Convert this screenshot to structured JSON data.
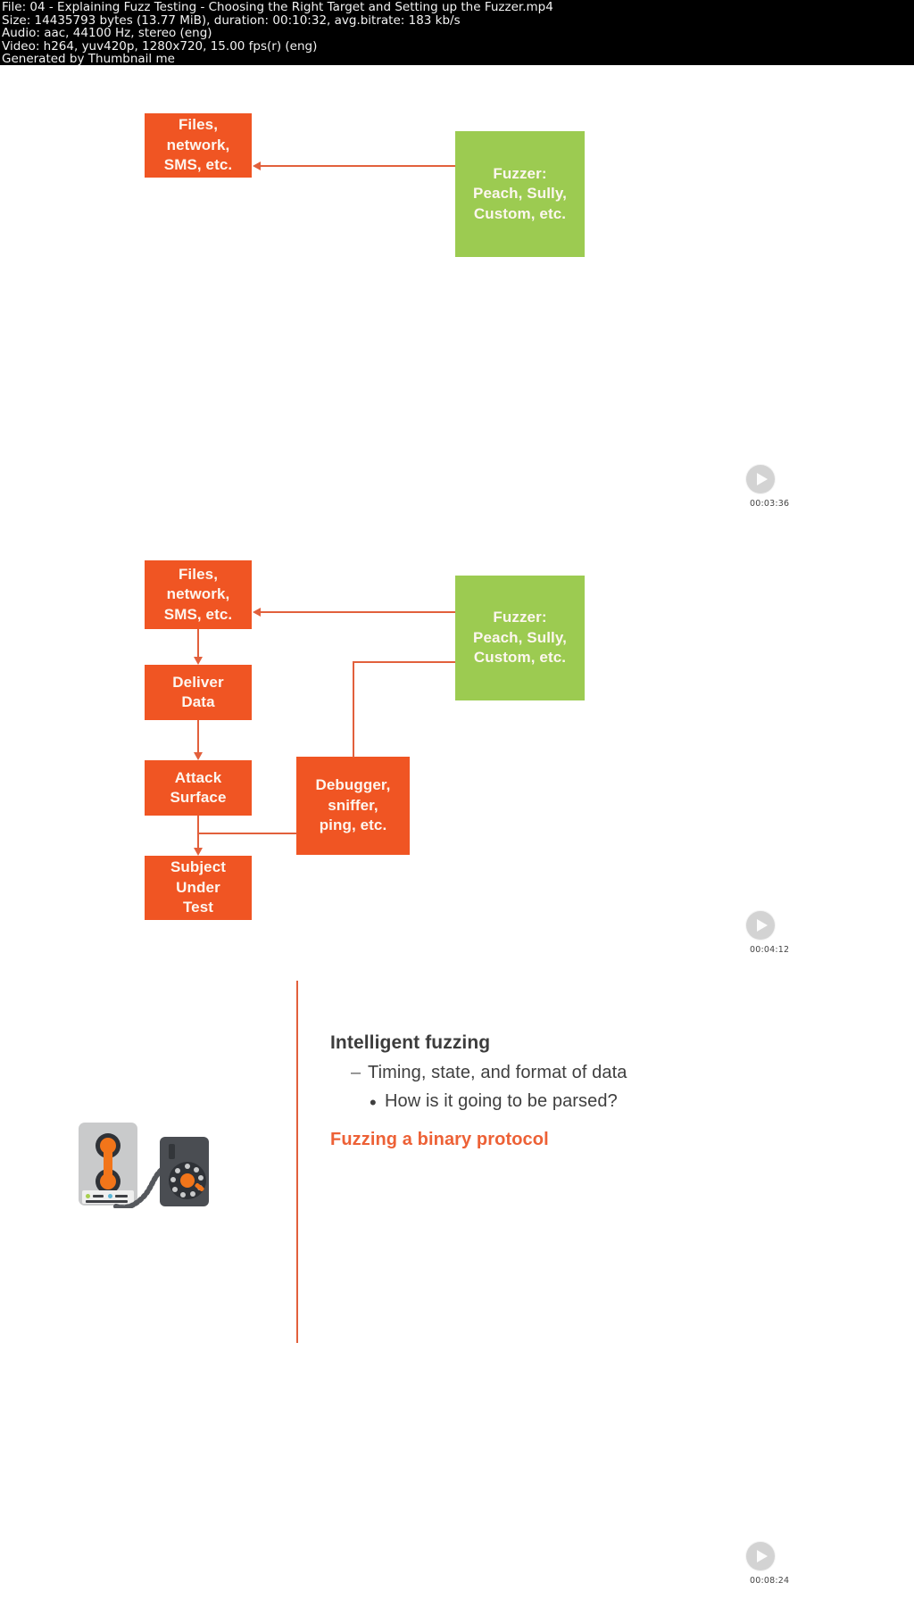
{
  "info": {
    "lines": [
      "File: 04 - Explaining Fuzz Testing - Choosing the Right Target and Setting up the Fuzzer.mp4",
      "Size: 14435793 bytes (13.77 MiB), duration: 00:10:32, avg.bitrate: 183 kb/s",
      "Audio: aac, 44100 Hz, stereo (eng)",
      "Video: h264, yuv420p, 1280x720, 15.00 fps(r) (eng)",
      "Generated by Thumbnail me"
    ]
  },
  "colors": {
    "orange_box": "#f05523",
    "green_box": "#9ccb51",
    "connector": "#e2603c",
    "accent_text": "#ed6136",
    "body_text": "#3f3f3f",
    "info_bg": "#000000"
  },
  "slides": [
    {
      "id": "slide-1",
      "timestamp": "00:03:36",
      "play_icon": "play-icon",
      "boxes": [
        {
          "name": "files-network-sms",
          "label": "Files,\nnetwork,\nSMS, etc.",
          "fill": "orange"
        },
        {
          "name": "fuzzer",
          "label": "Fuzzer:\nPeach, Sully,\nCustom, etc.",
          "fill": "green"
        }
      ]
    },
    {
      "id": "slide-2",
      "timestamp": "00:04:12",
      "play_icon": "play-icon",
      "boxes": [
        {
          "name": "files-network-sms",
          "label": "Files,\nnetwork,\nSMS, etc.",
          "fill": "orange"
        },
        {
          "name": "fuzzer",
          "label": "Fuzzer:\nPeach, Sully,\nCustom, etc.",
          "fill": "green"
        },
        {
          "name": "deliver-data",
          "label": "Deliver\nData",
          "fill": "orange"
        },
        {
          "name": "attack-surface",
          "label": "Attack\nSurface",
          "fill": "orange"
        },
        {
          "name": "debugger-sniffer-ping",
          "label": "Debugger,\nsniffer,\nping, etc.",
          "fill": "orange"
        },
        {
          "name": "subject-under-test",
          "label": "Subject\nUnder\nTest",
          "fill": "orange"
        }
      ]
    },
    {
      "id": "slide-3",
      "timestamp": "00:08:24",
      "play_icon": "play-icon",
      "heading": "Intelligent fuzzing",
      "bullet_level1": "Timing, state, and format of data",
      "bullet_level1_marker": "–",
      "bullet_level2": "How is it going to be parsed?",
      "bullet_level2_marker": "•",
      "accent_line": "Fuzzing a binary protocol",
      "illustration": "server-and-rotary-phone-illustration"
    }
  ]
}
